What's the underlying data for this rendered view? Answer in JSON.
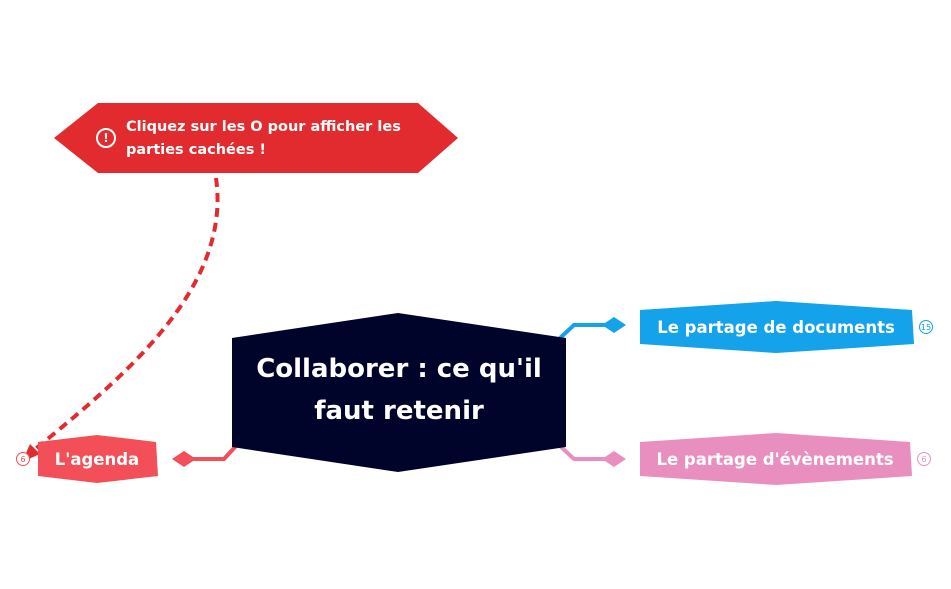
{
  "callout": {
    "text": "Cliquez sur les O pour afficher les parties cachées !",
    "icon": "exclamation-circle-icon",
    "color": "#e22b2f"
  },
  "central_topic": {
    "text": "Collaborer : ce qu'il faut retenir",
    "color": "#00042a"
  },
  "branches": {
    "documents": {
      "label": "Le partage de documents",
      "collapsed_count": "15",
      "color": "#14a2ea"
    },
    "events": {
      "label": "Le partage d'évènements",
      "collapsed_count": "6",
      "color": "#e98fc0"
    },
    "agenda": {
      "label": "L'agenda",
      "collapsed_count": "6",
      "color": "#f24f58"
    }
  }
}
